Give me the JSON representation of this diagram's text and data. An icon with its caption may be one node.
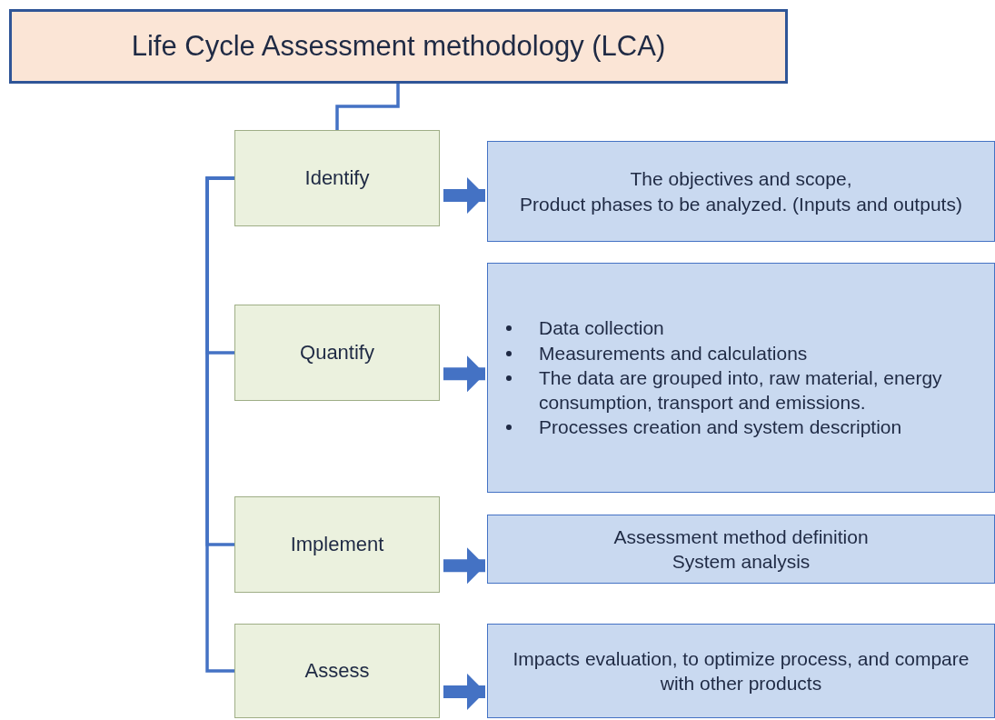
{
  "diagram": {
    "nodes": [
      {
        "text": [
          "Life Cycle Assessment methodology (LCA)"
        ]
      },
      {
        "text": [
          "Identify"
        ]
      },
      {
        "text": [
          "The objectives and scope,",
          "Product phases to be analyzed. (Inputs and outputs)"
        ]
      },
      {
        "text": [
          "Quantify"
        ]
      },
      {
        "text": [
          "Data collection",
          "Measurements and calculations",
          "The data are grouped into, raw material, energy consumption, transport and emissions.",
          "Processes creation and system description"
        ]
      },
      {
        "text": [
          "Implement"
        ]
      },
      {
        "text": [
          "Assessment method definition",
          "System analysis"
        ]
      },
      {
        "text": [
          "Assess"
        ]
      },
      {
        "text": [
          "Impacts evaluation, to optimize process, and compare with other products"
        ]
      }
    ],
    "edges": [
      {
        "from": 0,
        "to": 1,
        "arrow": "none"
      },
      {
        "from": 1,
        "to": 3,
        "arrow": "none"
      },
      {
        "from": 1,
        "to": 5,
        "arrow": "none"
      },
      {
        "from": 1,
        "to": 7,
        "arrow": "none"
      },
      {
        "from": 1,
        "to": 2,
        "arrow": "to",
        "style": "thick"
      },
      {
        "from": 3,
        "to": 4,
        "arrow": "to",
        "style": "thick"
      },
      {
        "from": 5,
        "to": 6,
        "arrow": "to",
        "style": "thick"
      },
      {
        "from": 7,
        "to": 8,
        "arrow": "to",
        "style": "thick"
      }
    ]
  }
}
